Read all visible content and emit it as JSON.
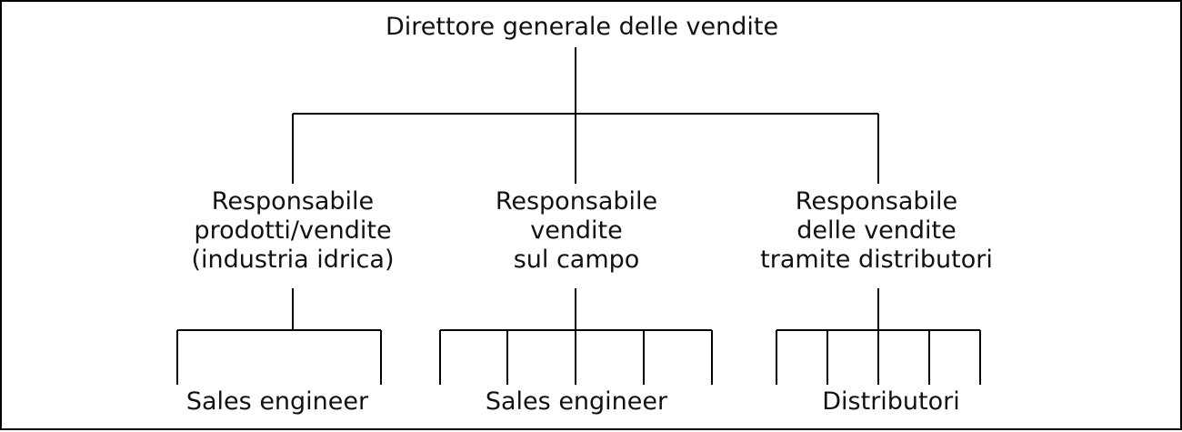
{
  "diagram": {
    "type": "org-chart",
    "root": {
      "label": "Direttore generale delle vendite"
    },
    "managers": [
      {
        "lines": [
          "Responsabile",
          "prodotti/vendite",
          "(industria idrica)"
        ],
        "subordinates_label": "Sales engineer",
        "subordinate_branches": 2
      },
      {
        "lines": [
          "Responsabile",
          "vendite",
          "sul campo"
        ],
        "subordinates_label": "Sales engineer",
        "subordinate_branches": 5
      },
      {
        "lines": [
          "Responsabile",
          "delle vendite",
          "tramite distributori"
        ],
        "subordinates_label": "Distributori",
        "subordinate_branches": 5
      }
    ],
    "colors": {
      "line": "#000000",
      "text": "#111111",
      "background": "#ffffff"
    }
  }
}
